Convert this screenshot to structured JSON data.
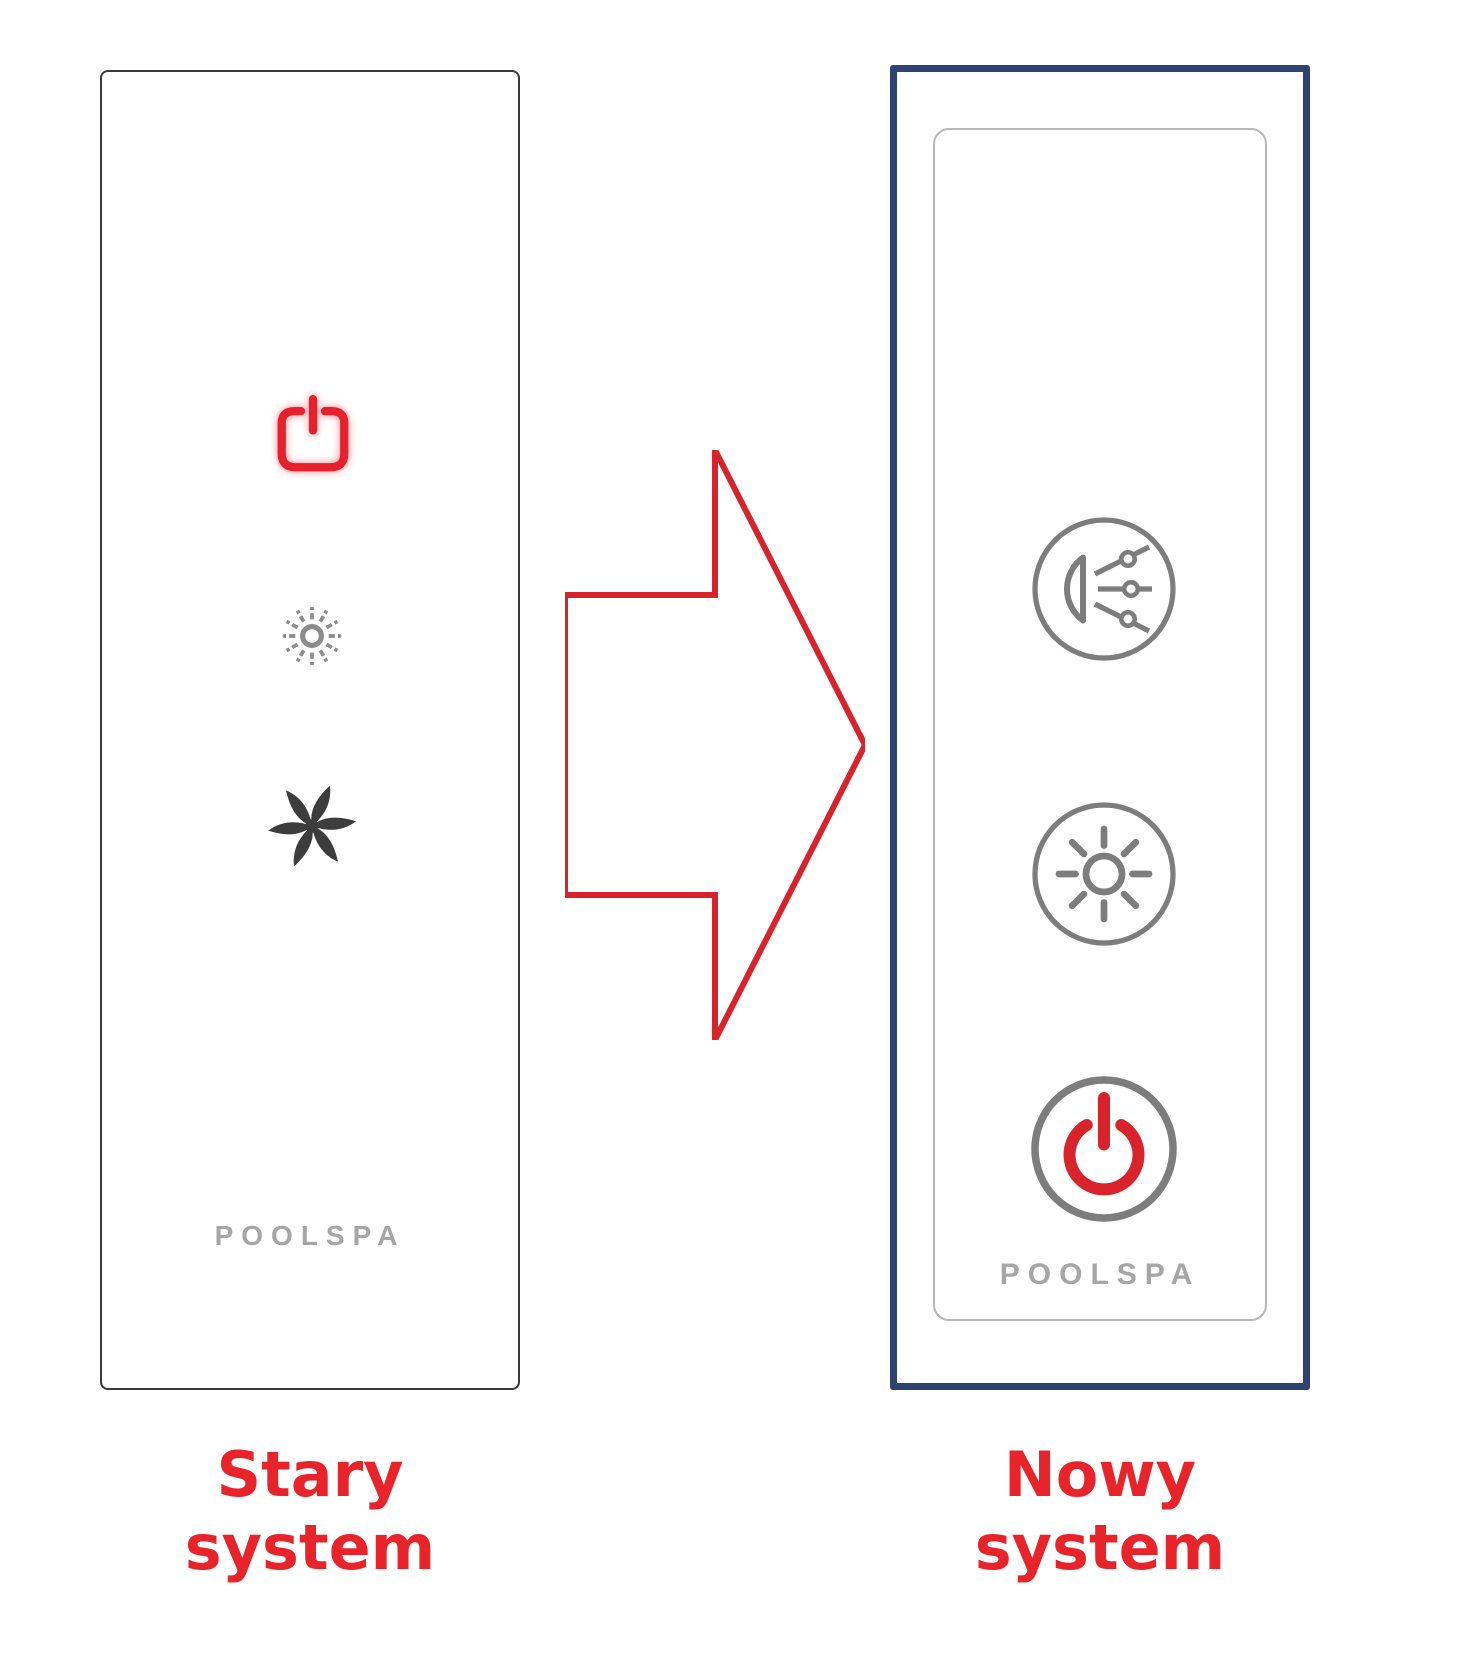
{
  "diagram": {
    "old_panel": {
      "label": "Stary system",
      "brand": "POOLSPA",
      "icons": [
        "power-icon",
        "light-icon",
        "jets-fan-icon"
      ]
    },
    "new_panel": {
      "label": "Nowy system",
      "brand": "POOLSPA",
      "icons": [
        "hydrojets-icon",
        "light-icon",
        "power-icon"
      ]
    },
    "arrow": "right-arrow",
    "colors": {
      "accent_red": "#d8232a",
      "panel_border_navy": "#2e4470",
      "icon_gray": "#7d7d7d",
      "fan_dark": "#3d3d3d",
      "brand_gray": "#a6a6a6"
    }
  }
}
